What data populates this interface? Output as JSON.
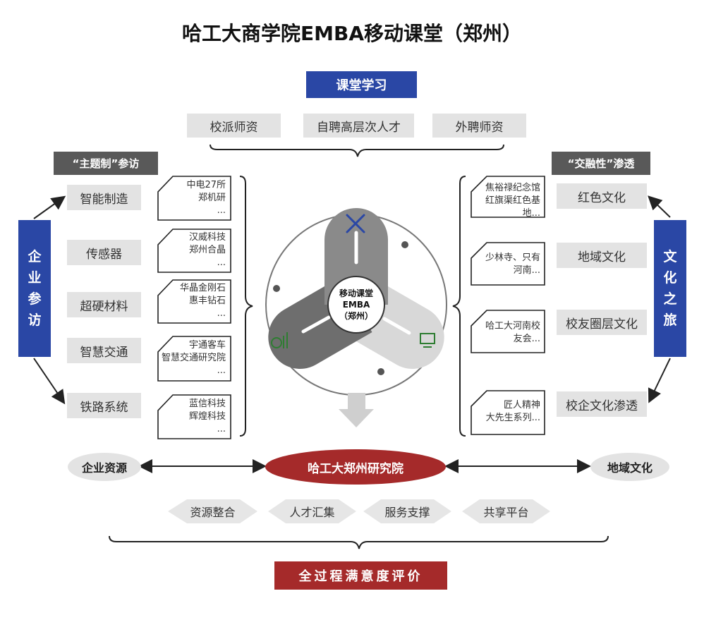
{
  "title": "哈工大商学院EMBA移动课堂（郑州）",
  "top": {
    "header": "课堂学习",
    "items": [
      "校派师资",
      "自聘高层次人才",
      "外聘师资"
    ]
  },
  "left": {
    "vertical_label": [
      "企",
      "业",
      "参",
      "访"
    ],
    "header": "“主题制”参访",
    "items": [
      {
        "label": "智能制造",
        "note": [
          "中电27所",
          "郑机研",
          "..."
        ]
      },
      {
        "label": "传感器",
        "note": [
          "汉威科技",
          "郑州合晶",
          "..."
        ]
      },
      {
        "label": "超硬材料",
        "note": [
          "华晶金刚石",
          "惠丰钻石",
          "..."
        ]
      },
      {
        "label": "智慧交通",
        "note": [
          "宇通客车",
          "智慧交通研究院",
          "..."
        ]
      },
      {
        "label": "铁路系统",
        "note": [
          "蓝信科技",
          "辉煌科技",
          "..."
        ]
      }
    ]
  },
  "right": {
    "vertical_label": [
      "文",
      "化",
      "之",
      "旅"
    ],
    "header": "“交融性”渗透",
    "items": [
      {
        "label": "红色文化",
        "note": [
          "焦裕禄纪念馆",
          "红旗渠红色基地..."
        ]
      },
      {
        "label": "地域文化",
        "note": [
          "少林寺、只有",
          "河南..."
        ]
      },
      {
        "label": "校友圈层文化",
        "note": [
          "哈工大河南校",
          "友会..."
        ]
      },
      {
        "label": "校企文化渗透",
        "note": [
          "匠人精神",
          "大先生系列..."
        ]
      }
    ]
  },
  "center": {
    "lines": [
      "移动课堂",
      "EMBA",
      "（郑州）"
    ]
  },
  "bottom": {
    "left_ellipse": "企业资源",
    "center_ellipse": "哈工大郑州研究院",
    "right_ellipse": "地域文化",
    "diamonds": [
      "资源整合",
      "人才汇集",
      "服务支撑",
      "共享平台"
    ],
    "footer": "全过程满意度评价"
  },
  "colors": {
    "blue": "#2a47a5",
    "red": "#a52a2a",
    "dark_gray": "#595959",
    "light_gray": "#e3e3e3"
  }
}
